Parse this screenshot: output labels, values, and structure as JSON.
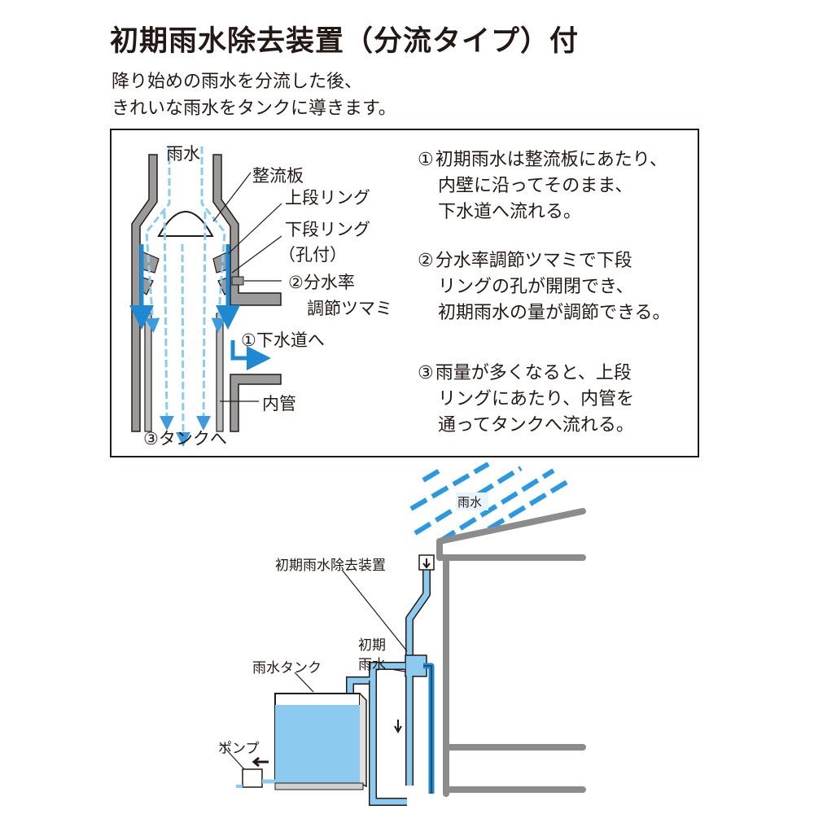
{
  "header": {
    "title": "初期雨水除去装置（分流タイプ）付",
    "subtitle_line1": "降り始めの雨水を分流した後、",
    "subtitle_line2": "きれいな雨水をタンクに導きます。"
  },
  "device_diagram": {
    "labels": {
      "rain": "雨水",
      "baffle": "整流板",
      "upper_ring": "上段リング",
      "lower_ring": "下段リング",
      "lower_ring_note": "（孔付）",
      "knob_line1": "②分水率",
      "knob_line2": "調節ツマミ",
      "to_sewer": "①下水道へ",
      "inner_pipe": "内管",
      "to_tank": "③タンクへ"
    },
    "steps": [
      {
        "number": "①",
        "lines": [
          "初期雨水は整流板にあたり、",
          "内壁に沿ってそのまま、",
          "下水道へ流れる。"
        ]
      },
      {
        "number": "②",
        "lines": [
          "分水率調節ツマミで下段",
          "リングの孔が開閉でき、",
          "初期雨水の量が調節できる。"
        ]
      },
      {
        "number": "③",
        "lines": [
          "雨量が多くなると、上段",
          "リングにあたり、内管を",
          "通ってタンクへ流れる。"
        ]
      }
    ]
  },
  "installation_diagram": {
    "labels": {
      "rain": "雨水",
      "device": "初期雨水除去装置",
      "first_flush_line1": "初期",
      "first_flush_line2": "雨水",
      "tank": "雨水タンク",
      "pump": "ポンプ"
    }
  },
  "colors": {
    "water_blue": "#8ccbef",
    "flow_blue": "#1e88d2",
    "pipe_gray": "#8c8c8c",
    "outline": "#231815"
  }
}
